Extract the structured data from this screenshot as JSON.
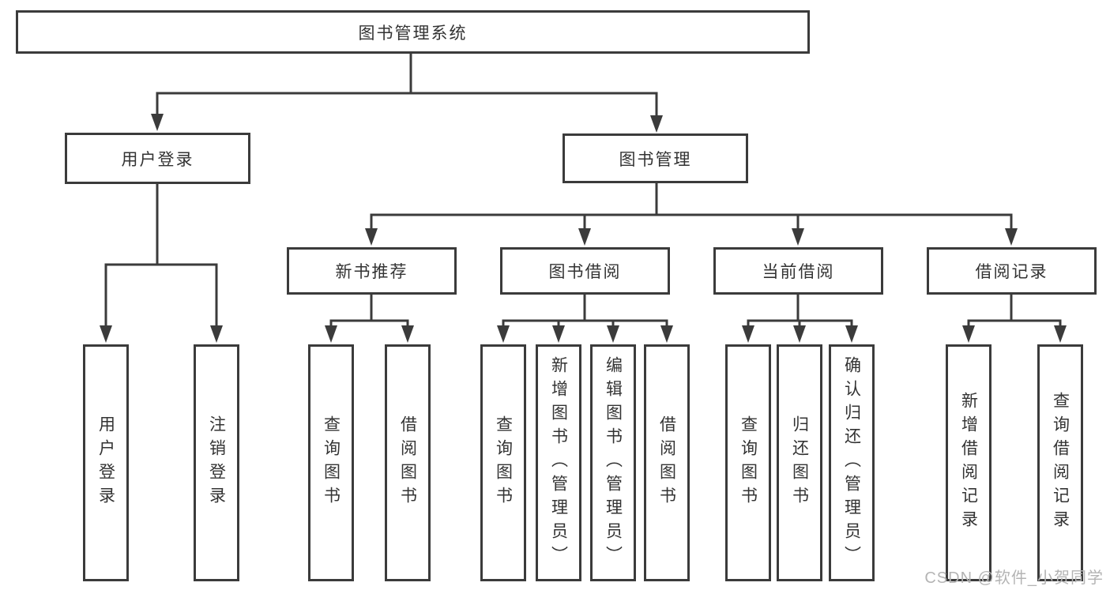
{
  "nodes": {
    "root": "图书管理系统",
    "level2": {
      "userLogin": "用户登录",
      "bookManagement": "图书管理"
    },
    "level3": {
      "newBookRecommend": "新书推荐",
      "bookBorrowing": "图书借阅",
      "currentBorrowing": "当前借阅",
      "borrowingRecords": "借阅记录"
    },
    "leaves": {
      "login": [
        "用户登录",
        "注销登录"
      ],
      "recommend": [
        "查询图书",
        "借阅图书"
      ],
      "borrowing": [
        "查询图书",
        "新增图书（管理员）",
        "编辑图书（管理员）",
        "借阅图书"
      ],
      "current": [
        "查询图书",
        "归还图书",
        "确认归还（管理员）"
      ],
      "records": [
        "新增借阅记录",
        "查询借阅记录"
      ]
    }
  },
  "hierarchy": {
    "图书管理系统": [
      "用户登录",
      "图书管理"
    ],
    "用户登录": [
      "用户登录",
      "注销登录"
    ],
    "图书管理": [
      "新书推荐",
      "图书借阅",
      "当前借阅",
      "借阅记录"
    ],
    "新书推荐": [
      "查询图书",
      "借阅图书"
    ],
    "图书借阅": [
      "查询图书",
      "新增图书（管理员）",
      "编辑图书（管理员）",
      "借阅图书"
    ],
    "当前借阅": [
      "查询图书",
      "归还图书",
      "确认归还（管理员）"
    ],
    "借阅记录": [
      "新增借阅记录",
      "查询借阅记录"
    ]
  },
  "watermark": "CSDN @软件_小贺同学",
  "colors": {
    "line": "#3b3b3b",
    "text": "#333333",
    "background": "#ffffff",
    "watermark": "#b4b4b4"
  }
}
